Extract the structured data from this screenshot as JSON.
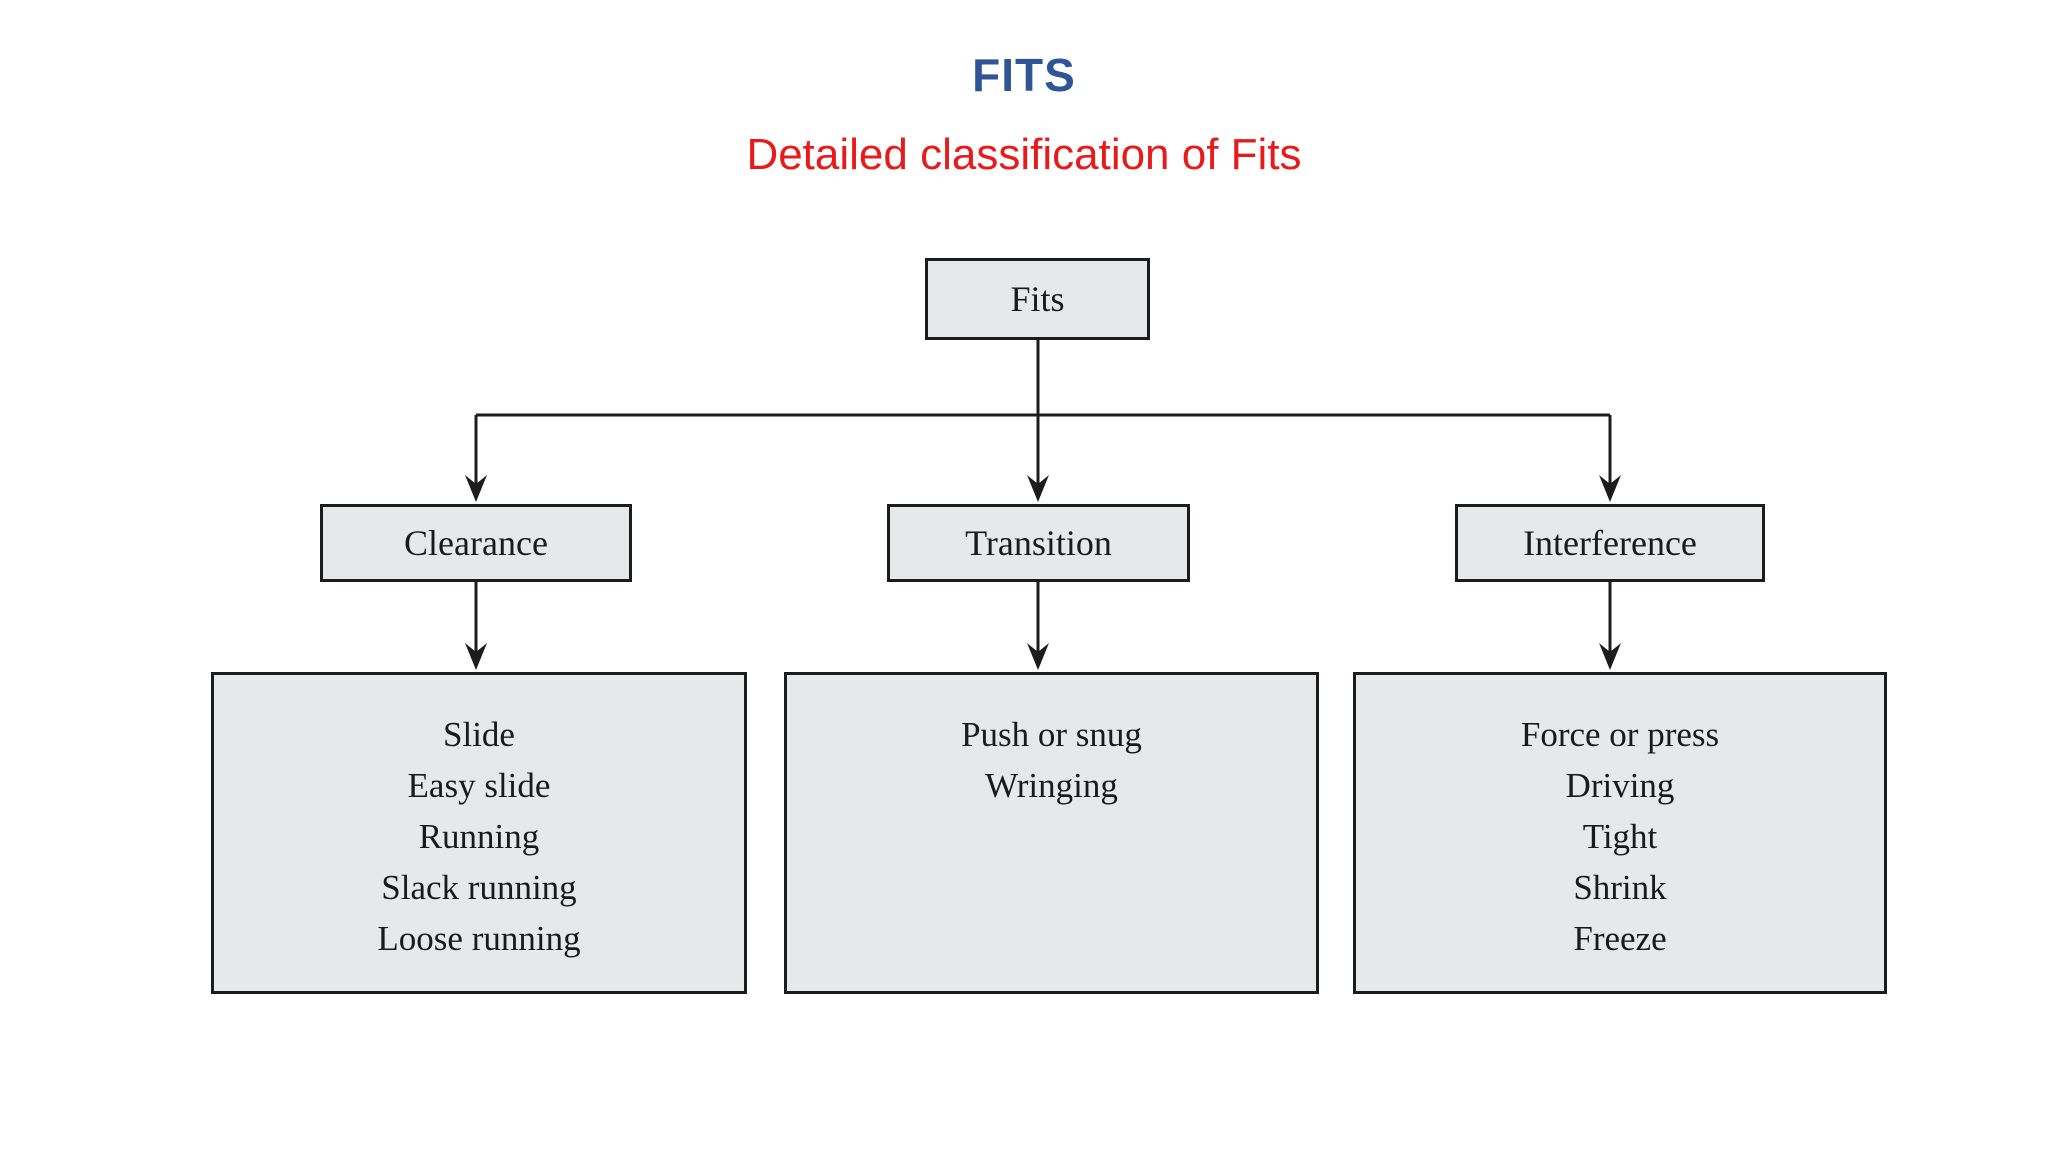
{
  "page": {
    "title": "FITS",
    "subtitle": "Detailed classification of Fits",
    "title_color": "#2f5597",
    "subtitle_color": "#e81a1a"
  },
  "diagram": {
    "box_fill": "#e6e9ea",
    "line_color": "#1c1c1c",
    "root": {
      "label": "Fits"
    },
    "branches": [
      {
        "label": "Clearance",
        "items": [
          "Slide",
          "Easy slide",
          "Running",
          "Slack running",
          "Loose running"
        ]
      },
      {
        "label": "Transition",
        "items": [
          "Push or snug",
          "Wringing"
        ]
      },
      {
        "label": "Interference",
        "items": [
          "Force or press",
          "Driving",
          "Tight",
          "Shrink",
          "Freeze"
        ]
      }
    ]
  }
}
